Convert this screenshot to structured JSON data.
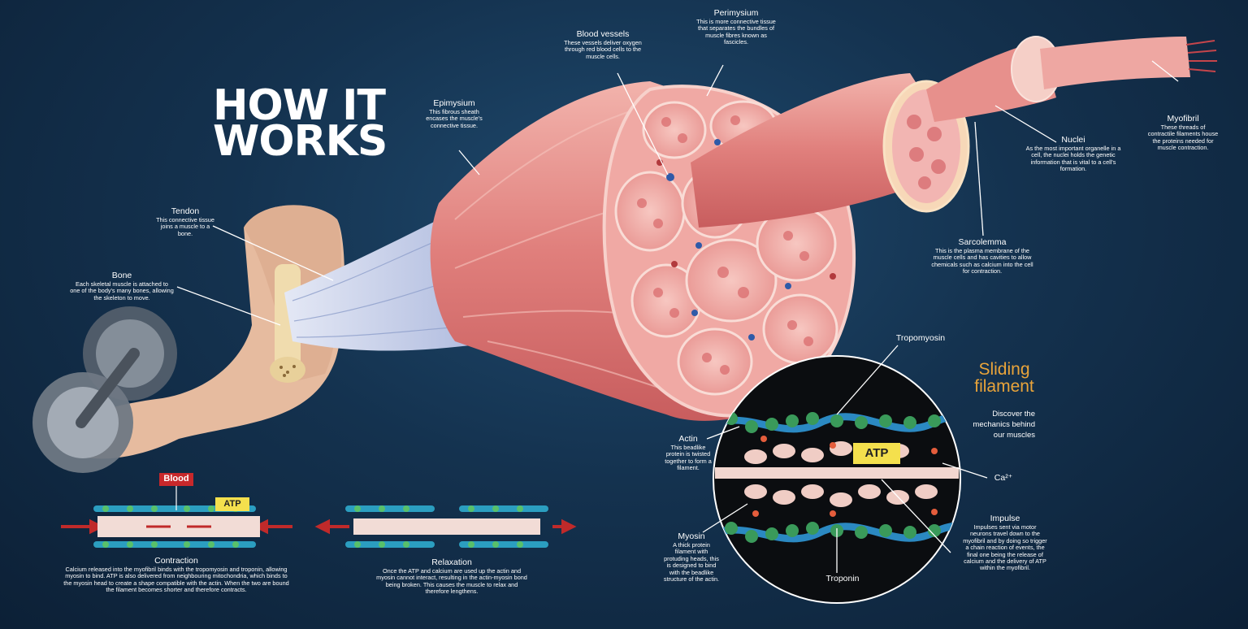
{
  "logo": {
    "line1": "HOW IT",
    "line2": "WORKS"
  },
  "labels": {
    "tendon": {
      "title": "Tendon",
      "desc": "This connective tissue joins a muscle to a bone."
    },
    "bone": {
      "title": "Bone",
      "desc": "Each skeletal muscle is attached to one of the body's many bones, allowing the skeleton to move."
    },
    "epimysium": {
      "title": "Epimysium",
      "desc": "This fibrous sheath encases the muscle's connective tissue."
    },
    "blood_vessels": {
      "title": "Blood vessels",
      "desc": "These vessels deliver oxygen through red blood cells to the muscle cells."
    },
    "perimysium": {
      "title": "Perimysium",
      "desc": "This is more connective tissue that separates the bundles of muscle fibres known as fascicles."
    },
    "nuclei": {
      "title": "Nuclei",
      "desc": "As the most important organelle in a cell, the nuclei holds the genetic information that is vital to a cell's formation."
    },
    "myofibril": {
      "title": "Myofibril",
      "desc": "These threads of contractile filaments house the proteins needed for muscle contraction."
    },
    "sarcolemma": {
      "title": "Sarcolemma",
      "desc": "This is the plasma membrane of the muscle cells and has cavities to allow chemicals such as calcium into the cell for contraction."
    },
    "tropomyosin": {
      "title": "Tropomyosin"
    },
    "actin": {
      "title": "Actin",
      "desc": "This beadlike protein is twisted together to form a filament."
    },
    "myosin": {
      "title": "Myosin",
      "desc": "A thick protein filament with protuding heads, this is designed to bind with the beadlike structure of the actin."
    },
    "troponin": {
      "title": "Troponin"
    },
    "ca": {
      "title": "Ca²⁺"
    },
    "impulse": {
      "title": "Impulse",
      "desc": "Impulses sent via motor neurons travel down to the myofibril and by doing so trigger a chain reaction of events, the final one being the release of calcium and the delivery of ATP within the myofibril."
    },
    "contraction": {
      "title": "Contraction",
      "desc": "Calcium released into the myofibril binds with the tropomyosin and troponin, allowing myosin to bind. ATP is also delivered from neighbouring mitochondria, which binds to the myosin head to create a shape compatible with the actin. When the two are bound the filament becomes shorter and therefore contracts."
    },
    "relaxation": {
      "title": "Relaxation",
      "desc": "Once the ATP and calcium are used up the actin and myosin cannot interact, resulting in the actin-myosin bond being broken. This causes the muscle to relax and therefore lengthens."
    }
  },
  "sliding_filament": {
    "title": "Sliding filament",
    "subtitle": "Discover the mechanics behind our muscles"
  },
  "badges": {
    "blood": "Blood",
    "atp_small": "ATP",
    "atp_large": "ATP"
  },
  "colors": {
    "muscle": "#e48a8a",
    "tendon": "#c9d3ea",
    "skin": "#e8c0a4",
    "actin": "#3a9a5a",
    "tropomyosin": "#2b89c2",
    "atp": "#f4e04d",
    "blood": "#c8282b",
    "heading_accent": "#e9a43a"
  }
}
